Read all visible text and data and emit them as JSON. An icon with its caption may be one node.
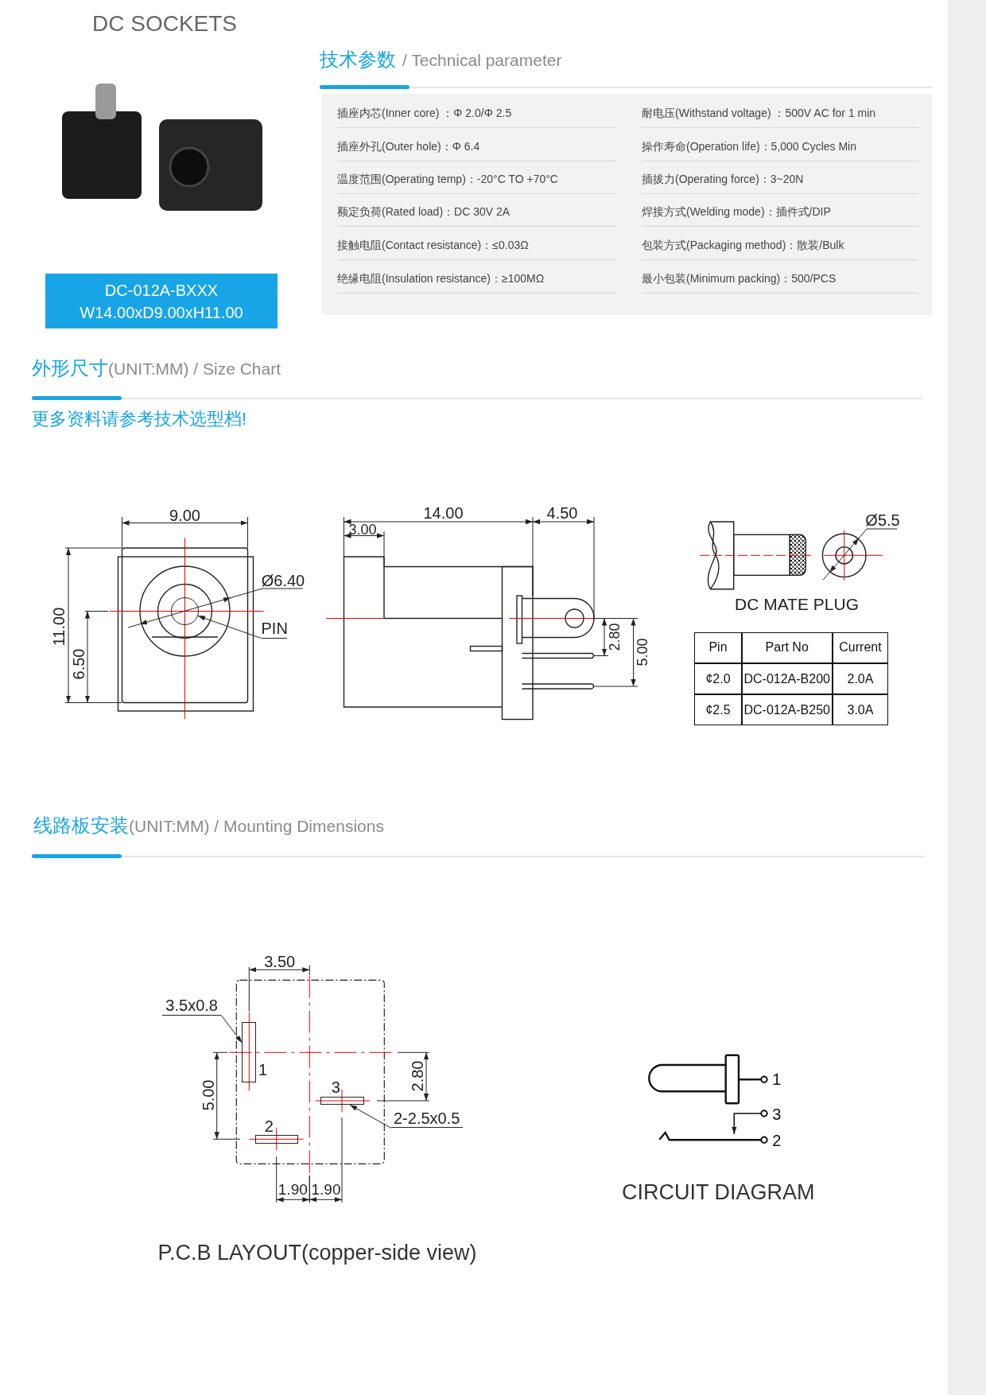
{
  "diagram": {
    "title": "DC SOCKETS",
    "nodes": [
      {
        "text": [
          "DC-012A-BXXX",
          "W14.00xD9.00xH11.00"
        ]
      },
      {
        "text": [
          "PIN"
        ]
      },
      {
        "text": [
          "3.5x0.8"
        ]
      },
      {
        "text": [
          "2-2.5x0.5"
        ]
      },
      {
        "text": [],
        "shape": "circle"
      },
      {
        "text": [],
        "shape": "box",
        "beside": [
          "1"
        ]
      },
      {
        "text": [],
        "shape": "box",
        "beside": [
          "2"
        ]
      },
      {
        "text": [],
        "shape": "box",
        "beside": [
          "3"
        ]
      }
    ],
    "edges": [
      {
        "from": 1,
        "to": 4,
        "arrow": "to"
      },
      {
        "from": 2,
        "to": 5,
        "arrow": "to"
      },
      {
        "from": 3,
        "to": 7,
        "arrow": "to"
      }
    ],
    "labels": [
      "技术参数",
      "/ Technical parameter",
      "插座内芯(Inner core) ：Φ 2.0/Φ 2.5",
      "耐电压(Withstand voltage) ：500V AC for 1 min",
      "插座外孔(Outer hole)：Φ 6.4",
      "操作寿命(Operation life)：5,000 Cycles Min",
      "温度范围(Operating temp)：-20°C TO +70°C",
      "插拔力(Operating force)：3~20N",
      "额定负荷(Rated load)：DC 30V 2A",
      "焊接方式(Welding mode)：插件式/DIP",
      "接触电阻(Contact resistance)：≤0.03Ω",
      "包装方式(Packaging method)：散装/Bulk",
      "绝缘电阻(Insulation resistance)：≥100MΩ",
      "最小包装(Minimum packing)：500/PCS",
      "外形尺寸",
      "(UNIT:MM) / Size Chart",
      "更多资料请参考技术选型档!",
      "9.00",
      "Ø6.40",
      "11.00",
      "6.50",
      "14.00",
      "4.50",
      "3.00",
      "2.80",
      "5.00",
      "Ø5.5",
      "DC MATE PLUG",
      "Pin",
      "Part No",
      "Current",
      "¢2.0",
      "DC-012A-B200",
      "2.0A",
      "¢2.5",
      "DC-012A-B250",
      "3.0A",
      "线路板安装",
      "(UNIT:MM) / Mounting Dimensions",
      "3.50",
      "5.00",
      "2.80",
      "1.90",
      "1.90",
      "P.C.B LAYOUT(copper-side view)",
      "1",
      "3",
      "2",
      "CIRCUIT DIAGRAM"
    ]
  }
}
